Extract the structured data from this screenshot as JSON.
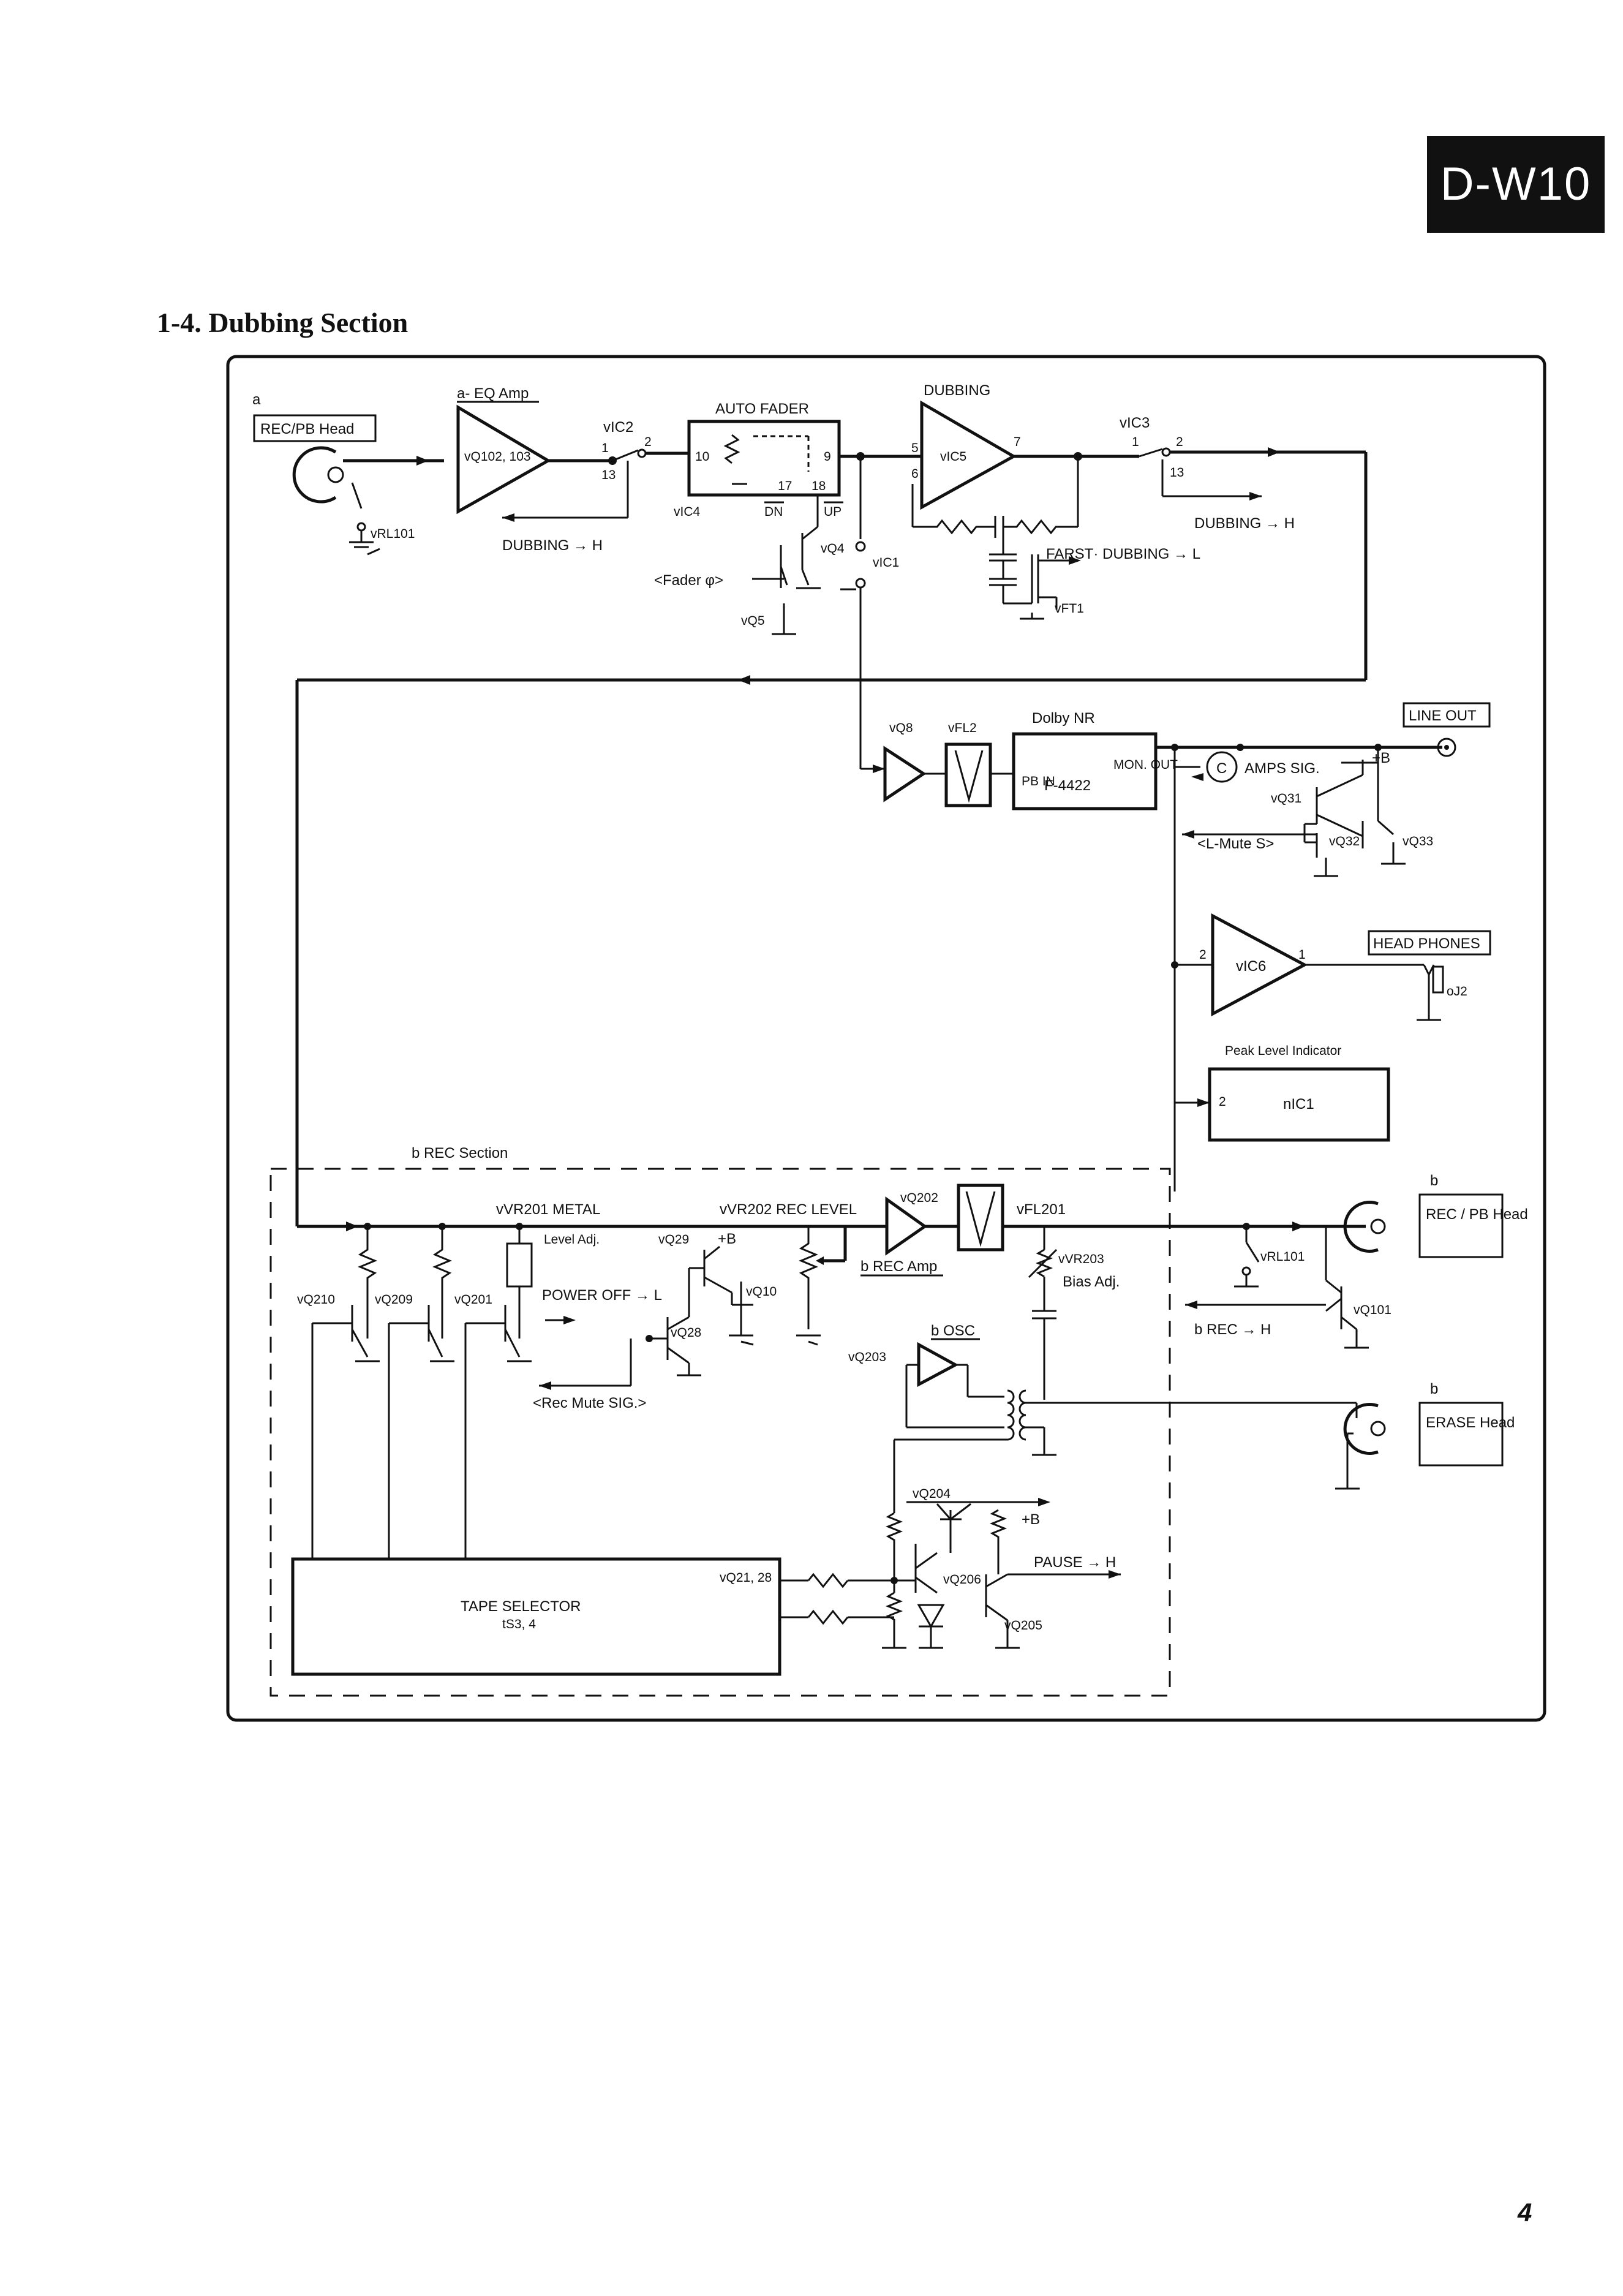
{
  "header": {
    "model": "D-W10",
    "section_title": "1-4. Dubbing Section",
    "page_number": "4"
  },
  "deck_a": {
    "tag": "a",
    "head_label": "REC/PB Head",
    "eq_amp_title": "a- EQ Amp",
    "eq_amp_ref": "vQ102, 103",
    "vrl": "vRL101",
    "ic2": "vIC2",
    "ic2_pin1": "1",
    "ic2_pin2": "2",
    "ic2_pin13": "13",
    "dubbing_h": "DUBBING → H"
  },
  "auto_fader": {
    "title": "AUTO FADER",
    "ic": "vIC4",
    "pin10": "10",
    "pin9": "9",
    "pin17": "17",
    "pin18": "18",
    "dn": "DN",
    "up": "UP",
    "q4": "vQ4",
    "q5": "vQ5",
    "fader_label": "<Fader φ>",
    "ic1": "vIC1"
  },
  "dubbing_amp": {
    "title": "DUBBING",
    "ic": "vIC5",
    "pin5": "5",
    "pin6": "6",
    "pin7": "7",
    "ic3": "vIC3",
    "ic3_pin1": "1",
    "ic3_pin2": "2",
    "ic3_pin13": "13",
    "dubbing_h": "DUBBING → H",
    "farst_dubbing": "FARST· DUBBING → L",
    "ft1": "vFT1"
  },
  "monitor": {
    "q8": "vQ8",
    "fl2": "vFL2",
    "dolby_title": "Dolby  NR",
    "dolby_pb_in": "PB IN",
    "dolby_ref": "F-4422",
    "dolby_mon_out": "MON. OUT",
    "line_out": "LINE OUT",
    "amps_sig": "AMPS SIG.",
    "amps_circle": "C",
    "plus_b": "+B",
    "q31": "vQ31",
    "q32": "vQ32",
    "q33": "vQ33",
    "l_mute": "<L-Mute S>",
    "ic6": "vIC6",
    "ic6_pin2": "2",
    "ic6_pin1": "1",
    "head_phones": "HEAD PHONES",
    "j2": "oJ2",
    "peak_title": "Peak Level Indicator",
    "peak_ic": "nIC1",
    "peak_pin": "2"
  },
  "rec_section": {
    "title": "b  REC Section",
    "vr201": "vVR201  METAL",
    "level_adj": "Level Adj.",
    "vr202": "vVR202  REC LEVEL",
    "q202": "vQ202",
    "fl201": "vFL201",
    "q29": "vQ29",
    "plus_b": "+B",
    "q10": "vQ10",
    "power_off": "POWER OFF → L",
    "q28": "vQ28",
    "rec_mute": "<Rec Mute SIG.>",
    "rec_amp": "b REC Amp",
    "vr203": "vVR203",
    "bias_adj": "Bias Adj.",
    "q210": "vQ210",
    "q209": "vQ209",
    "q201": "vQ201",
    "osc": "b OSC",
    "q203": "vQ203",
    "q204": "vQ204",
    "q204_plus_b": "+B",
    "q206": "vQ206",
    "pause": "PAUSE → H",
    "q205": "vQ205",
    "tape_selector": "TAPE SELECTOR",
    "tape_selector_ref": "tS3, 4",
    "q21": "vQ21, 28"
  },
  "deck_b": {
    "tag_rec": "b",
    "head_label": "REC / PB Head",
    "vrl": "vRL101",
    "q101": "vQ101",
    "rec_h": "b REC → H",
    "tag_erase": "b",
    "erase_label": "ERASE Head"
  }
}
